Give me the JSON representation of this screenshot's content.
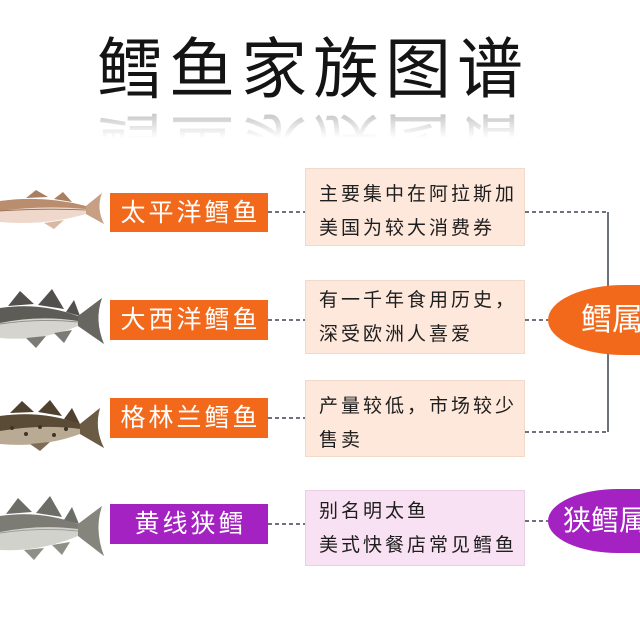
{
  "title": "鳕鱼家族图谱",
  "colors": {
    "orange": "#f2691c",
    "purple": "#a322c1",
    "desc_bg": "#fde8db",
    "desc_bg_alt": "#f8e1f3",
    "connector": "#3d4452"
  },
  "species": [
    {
      "name": "太平洋鳕鱼",
      "description": [
        "主要集中在阿拉斯加",
        "美国为较大消费券"
      ]
    },
    {
      "name": "大西洋鳕鱼",
      "description": [
        "有一千年食用历史，",
        "深受欧洲人喜爱"
      ]
    },
    {
      "name": "格林兰鳕鱼",
      "description": [
        "产量较低，市场较少",
        "售卖"
      ]
    },
    {
      "name": "黄线狭鳕",
      "description": [
        "别名明太鱼",
        "美式快餐店常见鳕鱼"
      ]
    }
  ],
  "genera": [
    {
      "name": "鳕属"
    },
    {
      "name": "狭鳕属"
    }
  ]
}
